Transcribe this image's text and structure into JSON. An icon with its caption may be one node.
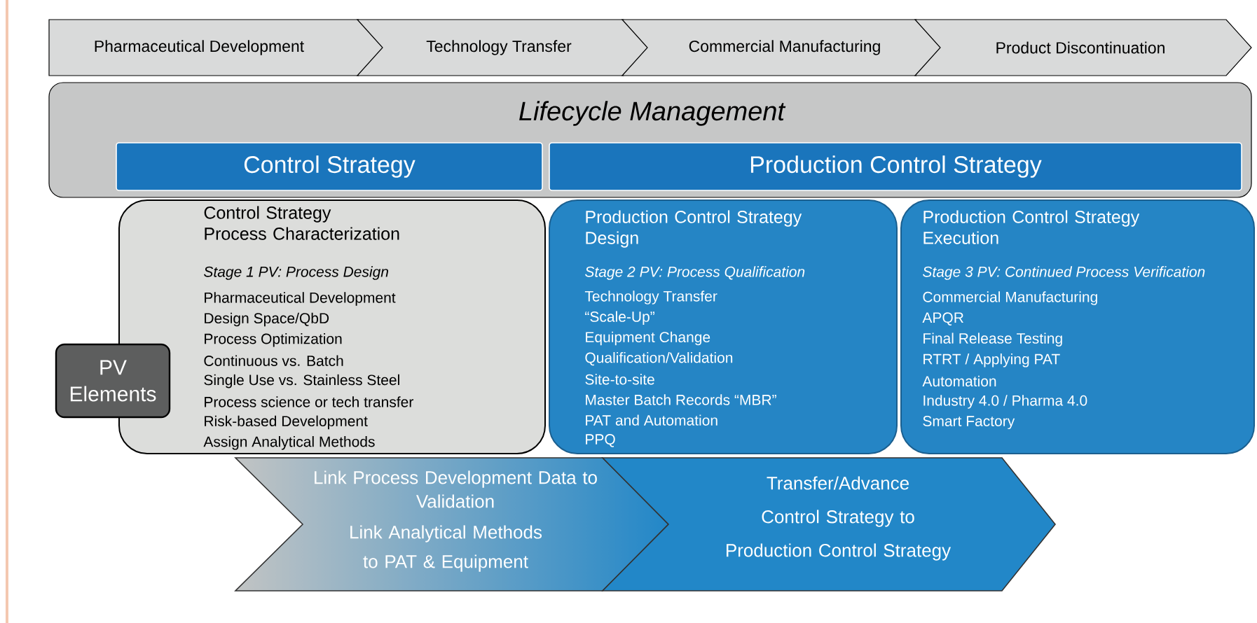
{
  "diagram": {
    "nodes": [
      {
        "text": [
          "Pharmaceutical Development"
        ]
      },
      {
        "text": [
          "Technology Transfer"
        ]
      },
      {
        "text": [
          "Commercial Manufacturing"
        ]
      },
      {
        "text": [
          "Product Discontinuation"
        ]
      },
      {
        "text": [
          "Lifecycle Management"
        ]
      },
      {
        "text": [
          "Control Strategy"
        ],
        "in": 4
      },
      {
        "text": [
          "Production Control Strategy"
        ],
        "in": 4
      },
      {
        "text": [
          "Control Strategy Process Characterization",
          "Stage 1 PV: Process Design",
          "Pharmaceutical Development",
          "Design Space/QbD",
          "Process Optimization",
          "Continuous vs. Batch",
          "Single Use vs. Stainless Steel",
          "Process science or tech transfer",
          "Risk-based Development",
          "Assign Analytical Methods"
        ]
      },
      {
        "text": [
          "Production Control Strategy Design",
          "Stage 2 PV: Process Qualification",
          "Technology Transfer",
          "“Scale-Up”",
          "Equipment Change",
          "Qualification/Validation",
          "Site-to-site",
          "Master Batch Records “MBR”",
          "PAT and Automation",
          "PPQ"
        ]
      },
      {
        "text": [
          "Production Control Strategy Execution",
          "Stage 3 PV: Continued Process Verification",
          "Commercial Manufacturing",
          "APQR",
          "Final Release Testing",
          "RTRT / Applying PAT",
          "Automation",
          "Industry 4.0 / Pharma 4.0",
          "Smart Factory"
        ]
      },
      {
        "text": [
          "PV Elements"
        ]
      },
      {
        "text": [
          "Link Process Development Data to Validation",
          "Link Analytical Methods to PAT & Equipment"
        ]
      },
      {
        "text": [
          "Transfer/Advance Control Strategy to Production Control Strategy"
        ]
      }
    ]
  }
}
